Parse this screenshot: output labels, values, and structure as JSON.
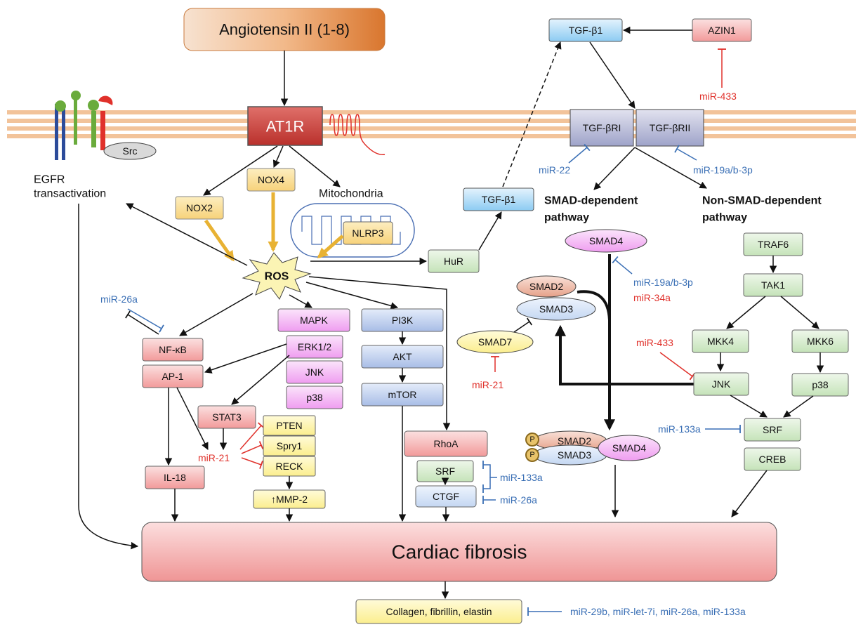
{
  "ligand": "Angiotensin II (1-8)",
  "receptor": "AT1R",
  "src": "Src",
  "egfr": [
    "EGFR",
    "transactivation"
  ],
  "nox2": "NOX2",
  "nox4": "NOX4",
  "mitochondria": "Mitochondria",
  "nlrp3": "NLRP3",
  "ros": "ROS",
  "hur": "HuR",
  "tgfb1_top": "TGF-β1",
  "tgfb1_mid": "TGF-β1",
  "azin1": "AZIN1",
  "mir433_top": "miR-433",
  "tgfbr1": "TGF-βRI",
  "tgfbr2": "TGF-βRII",
  "mir22": "miR-22",
  "mir19_top": "miR-19a/b-3p",
  "smad_dep": [
    "SMAD-dependent",
    "pathway"
  ],
  "nonsmad_dep": [
    "Non-SMAD-dependent",
    "pathway"
  ],
  "smad4_top": "SMAD4",
  "mir19_mid": "miR-19a/b-3p",
  "mir34a": "miR-34a",
  "smad2": "SMAD2",
  "smad3": "SMAD3",
  "smad7": "SMAD7",
  "mir21_smad7": "miR-21",
  "traf6": "TRAF6",
  "tak1": "TAK1",
  "mkk4": "MKK4",
  "mkk6": "MKK6",
  "mir433_mid": "miR-433",
  "jnk_right": "JNK",
  "p38_right": "p38",
  "mir133a_srf": "miR-133a",
  "srf_right": "SRF",
  "creb": "CREB",
  "complex_smad2": "SMAD2",
  "complex_smad3": "SMAD3",
  "complex_smad4": "SMAD4",
  "phospho": "P",
  "mir26a_left": "miR-26a",
  "nfkb": "NF-κB",
  "ap1": "AP-1",
  "mapk": "MAPK",
  "erk": "ERK1/2",
  "jnk_mid": "JNK",
  "p38_mid": "p38",
  "pi3k": "PI3K",
  "akt": "AKT",
  "mtor": "mTOR",
  "stat3": "STAT3",
  "mir21_main": "miR-21",
  "pten": "PTEN",
  "spry1": "Spry1",
  "reck": "RECK",
  "mmp2": "↑MMP-2",
  "il18": "IL-18",
  "rhoa": "RhoA",
  "srf_mid": "SRF",
  "ctgf": "CTGF",
  "mir133a_mid": "miR-133a",
  "mir26a_mid": "miR-26a",
  "outcome": "Cardiac fibrosis",
  "ecm": "Collagen, fibrillin, elastin",
  "mir_bottom": "miR-29b, miR-let-7i, miR-26a, miR-133a",
  "colors": {
    "membrane": "#f2c39a",
    "mir_blue": "#3a6fb5",
    "mir_red": "#e0312b",
    "outcome_fill": "#f2a7a7"
  }
}
